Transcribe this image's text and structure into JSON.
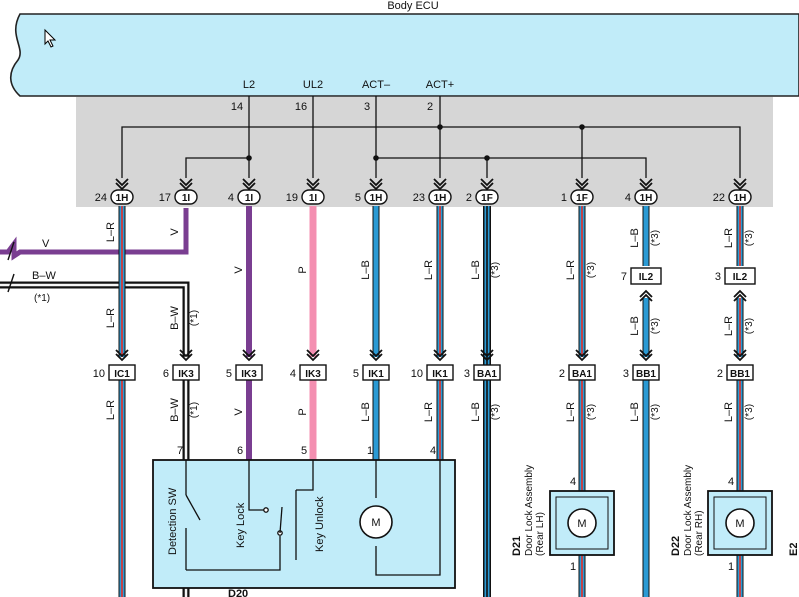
{
  "ecu": {
    "title": "Body ECU",
    "signals": [
      {
        "name": "L2",
        "pin": "14"
      },
      {
        "name": "UL2",
        "pin": "16"
      },
      {
        "name": "ACT–",
        "pin": "3"
      },
      {
        "name": "ACT+",
        "pin": "2"
      }
    ]
  },
  "colors": {
    "panel": "#c1ecf9",
    "ecu_box": "#d6d6d6",
    "lb": "#2b9ad4",
    "lr": "#d23a3a",
    "violet": "#7a3e91",
    "pink": "#f48fb1",
    "black": "#111111"
  },
  "top_connectors": [
    {
      "pin": "24",
      "conn": "1H"
    },
    {
      "pin": "17",
      "conn": "1I"
    },
    {
      "pin": "4",
      "conn": "1I"
    },
    {
      "pin": "19",
      "conn": "1I"
    },
    {
      "pin": "5",
      "conn": "1H"
    },
    {
      "pin": "23",
      "conn": "1H"
    },
    {
      "pin": "2",
      "conn": "1F"
    },
    {
      "pin": "1",
      "conn": "1F"
    },
    {
      "pin": "4",
      "conn": "1H"
    },
    {
      "pin": "22",
      "conn": "1H"
    }
  ],
  "wire_labels": {
    "l_r": "L–R",
    "v": "V",
    "l_b": "L–B",
    "p": "P",
    "b_w": "B–W",
    "note_3": "(*3)",
    "note_1": "(*1)"
  },
  "left_wires": {
    "v": "V",
    "b_w": "B–W",
    "note": "(*1)"
  },
  "il2_connectors": [
    {
      "pin": "7",
      "conn": "IL2"
    },
    {
      "pin": "3",
      "conn": "IL2"
    }
  ],
  "mid_connectors": [
    {
      "pin": "10",
      "conn": "IC1"
    },
    {
      "pin": "6",
      "conn": "IK3"
    },
    {
      "pin": "5",
      "conn": "IK3"
    },
    {
      "pin": "4",
      "conn": "IK3"
    },
    {
      "pin": "5",
      "conn": "IK1"
    },
    {
      "pin": "10",
      "conn": "IK1"
    },
    {
      "pin": "3",
      "conn": "BA1"
    },
    {
      "pin": "2",
      "conn": "BA1"
    },
    {
      "pin": "3",
      "conn": "BB1"
    },
    {
      "pin": "2",
      "conn": "BB1"
    }
  ],
  "d20": {
    "label": "D20",
    "pins": [
      "7",
      "6",
      "5",
      "1",
      "4"
    ],
    "detection_label": "Detection SW",
    "key_lock_label": "Key Lock",
    "key_unlock_label": "Key Unlock",
    "motor_label": "M"
  },
  "door_locks": [
    {
      "id": "D21",
      "name": "Door Lock Assembly",
      "side": "(Rear LH)",
      "pin_top": "4",
      "pin_bottom": "1",
      "motor_label": "M"
    },
    {
      "id": "D22",
      "name": "Door Lock Assembly",
      "side": "(Rear RH)",
      "pin_top": "4",
      "pin_bottom": "1",
      "motor_label": "M"
    }
  ],
  "partial_right": "E2"
}
